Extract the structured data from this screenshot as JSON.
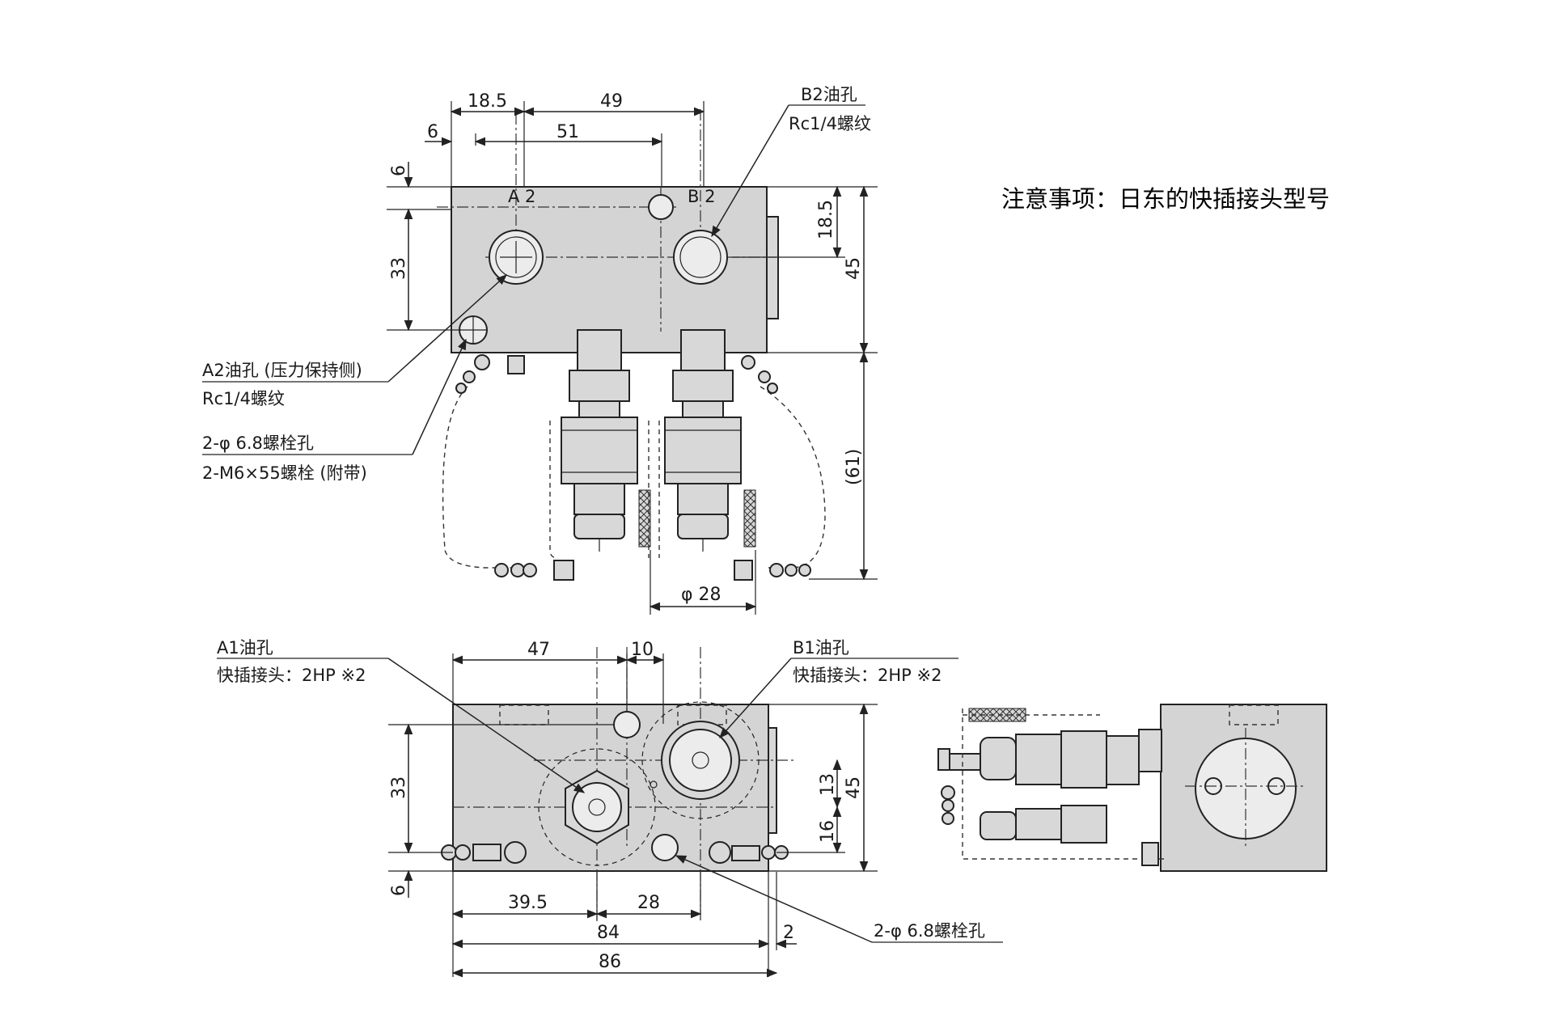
{
  "note": "注意事项：日东的快插接头型号",
  "top_view": {
    "dims": {
      "d18_5": "18.5",
      "d49": "49",
      "d6_left": "6",
      "d51": "51",
      "d6_top": "6",
      "d33": "33",
      "d18_5_right": "18.5",
      "d45": "45",
      "d61": "(61)",
      "phi28": "φ 28"
    },
    "ports": {
      "a2": "A 2",
      "b2": "B 2",
      "a1": "A 1",
      "b1": "B 1"
    },
    "callouts": {
      "b2_title": "B2油孔",
      "b2_thread": "Rc1/4螺纹",
      "a2_title": "A2油孔 (压力保持侧)",
      "a2_thread": "Rc1/4螺纹",
      "bolt_hole": "2-φ 6.8螺栓孔",
      "bolt": "2-M6×55螺栓 (附带)"
    }
  },
  "front_view": {
    "dims": {
      "d47": "47",
      "d10": "10",
      "d33": "33",
      "d13": "13",
      "d45": "45",
      "d16": "16",
      "d6": "6",
      "d39_5": "39.5",
      "d28": "28",
      "d84": "84",
      "d2": "2",
      "d86": "86"
    },
    "callouts": {
      "a1_title": "A1油孔",
      "a1_coupler": "快插接头：2HP ※2",
      "b1_title": "B1油孔",
      "b1_coupler": "快插接头：2HP ※2",
      "bolt_hole": "2-φ 6.8螺栓孔"
    }
  }
}
